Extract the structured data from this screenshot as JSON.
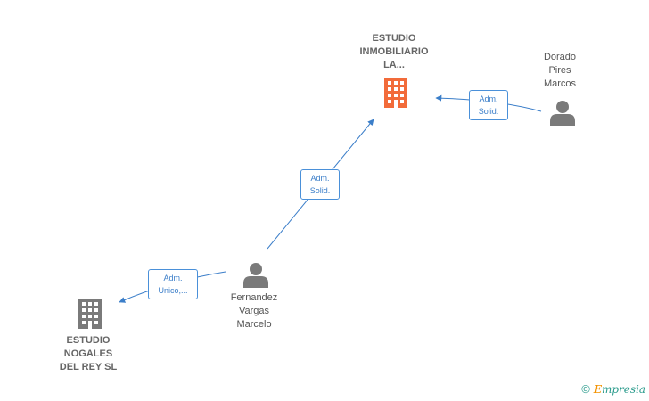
{
  "nodes": {
    "estudio_inmobiliario": {
      "label": "ESTUDIO\nINMOBILIARIO\nLA...",
      "type": "company",
      "color": "#f26b3a"
    },
    "dorado": {
      "label": "Dorado\nPires\nMarcos",
      "type": "person"
    },
    "fernandez": {
      "label": "Fernandez\nVargas\nMarcelo",
      "type": "person"
    },
    "estudio_nogales": {
      "label": "ESTUDIO\nNOGALES\nDEL REY  SL",
      "type": "company",
      "color": "#7a7a7a"
    }
  },
  "edges": {
    "dorado_to_inmobiliario": {
      "line1": "Adm.",
      "line2": "Solid."
    },
    "fernandez_to_inmobiliario": {
      "line1": "Adm.",
      "line2": "Solid."
    },
    "fernandez_to_nogales": {
      "line1": "Adm.",
      "line2": "Unico,..."
    }
  },
  "footer": {
    "copyright": "©",
    "brand_first": "E",
    "brand_rest": "mpresia"
  },
  "colors": {
    "edge": "#3b7ec9",
    "person": "#7a7a7a"
  }
}
